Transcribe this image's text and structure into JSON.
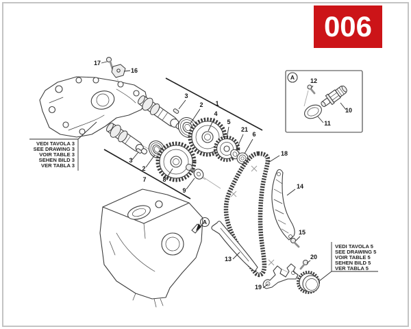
{
  "page": {
    "number": "006"
  },
  "colors": {
    "badge_bg": "#cc1418",
    "badge_text": "#ffffff",
    "line_art": "#3c3c3c"
  },
  "ref_blocks": {
    "left": {
      "lines": [
        "VEDI TAVOLA 3",
        "SEE DRAWING 3",
        "VOIR TABLE 3",
        "SEHEN BILD 3",
        "VER TABLA 3"
      ]
    },
    "right": {
      "lines": [
        "VEDI TAVOLA 5",
        "SEE DRAWING 5",
        "VOIR TABLE 5",
        "SEHEN BILD 5",
        "VER TABLA 5"
      ]
    }
  },
  "markers": {
    "inset": "A",
    "block": "A"
  },
  "callouts": {
    "c1": "1",
    "c2a": "2",
    "c2b": "2",
    "c3a": "3",
    "c3b": "3",
    "c4": "4",
    "c5": "5",
    "c6": "6",
    "c7": "7",
    "c8": "8",
    "c9": "9",
    "c10": "10",
    "c11": "11",
    "c12": "12",
    "c13": "13",
    "c14": "14",
    "c15": "15",
    "c16": "16",
    "c17": "17",
    "c18": "18",
    "c19": "19",
    "c20": "20",
    "c21": "21"
  }
}
